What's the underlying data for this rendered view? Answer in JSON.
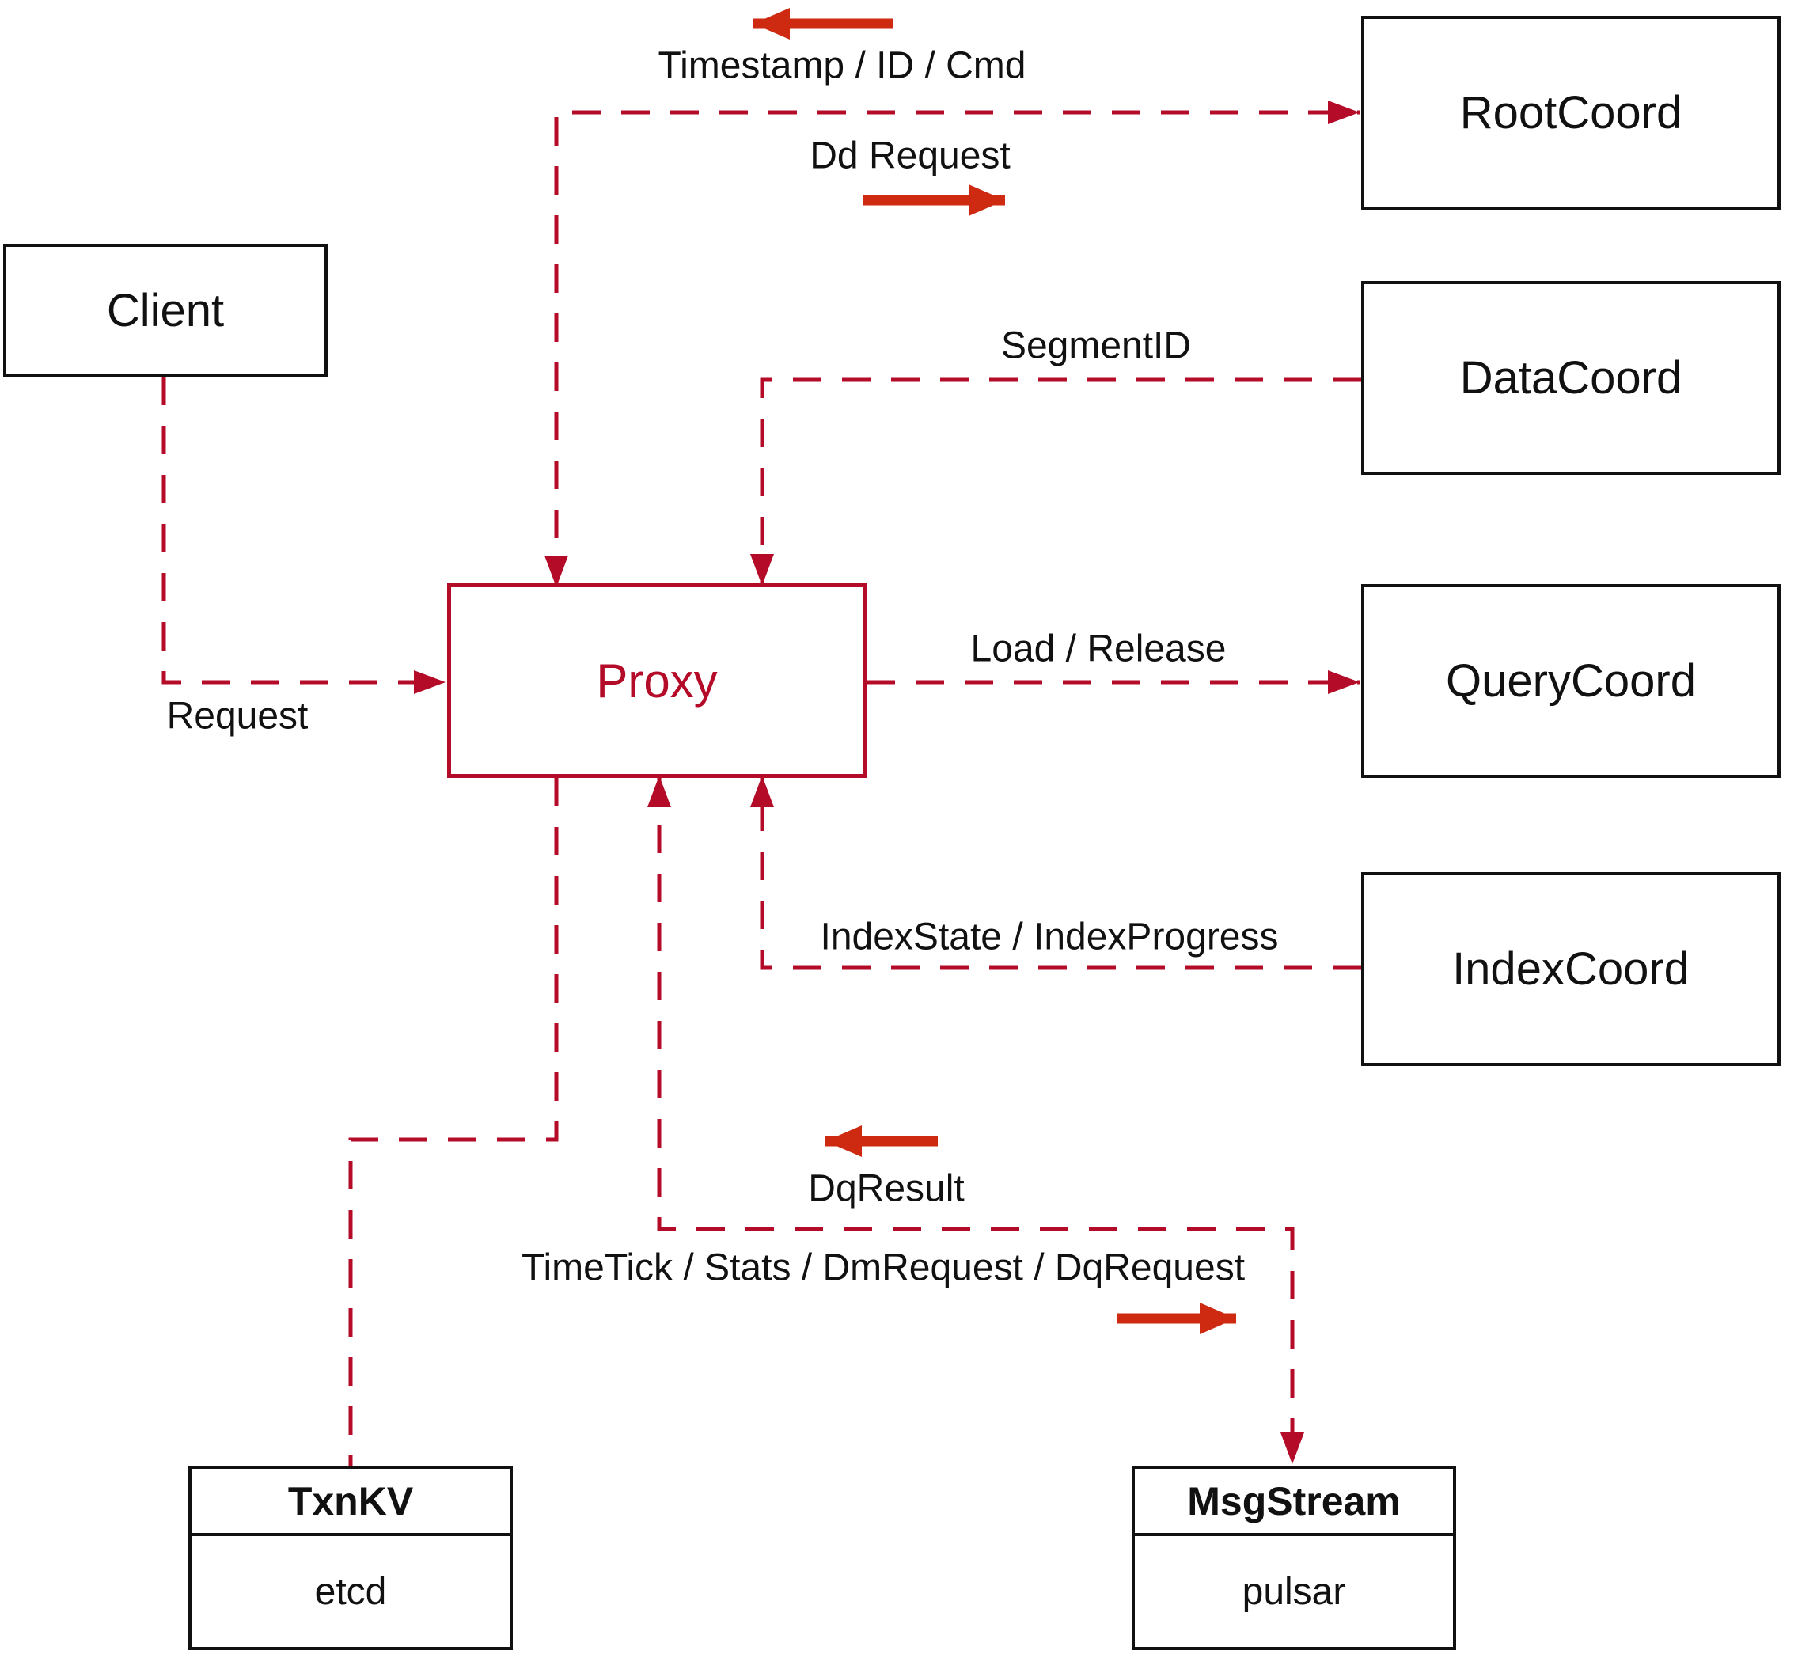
{
  "colors": {
    "crimson": "#b30b28",
    "bright_red": "#cd2a11",
    "box_border": "#111111",
    "text": "#111111",
    "background": "#ffffff"
  },
  "nodes": {
    "client": {
      "label": "Client"
    },
    "root_coord": {
      "label": "RootCoord"
    },
    "data_coord": {
      "label": "DataCoord"
    },
    "query_coord": {
      "label": "QueryCoord"
    },
    "index_coord": {
      "label": "IndexCoord"
    },
    "proxy": {
      "label": "Proxy"
    },
    "txn_kv": {
      "title": "TxnKV",
      "value": "etcd"
    },
    "msg_stream": {
      "title": "MsgStream",
      "value": "pulsar"
    }
  },
  "edge_labels": {
    "timestamp": "Timestamp / ID / Cmd",
    "dd_request": "Dd Request",
    "segment_id": "SegmentID",
    "request": "Request",
    "load_release": "Load / Release",
    "index_state": "IndexState / IndexProgress",
    "dq_result": "DqResult",
    "time_tick": "TimeTick / Stats / DmRequest / DqRequest"
  }
}
